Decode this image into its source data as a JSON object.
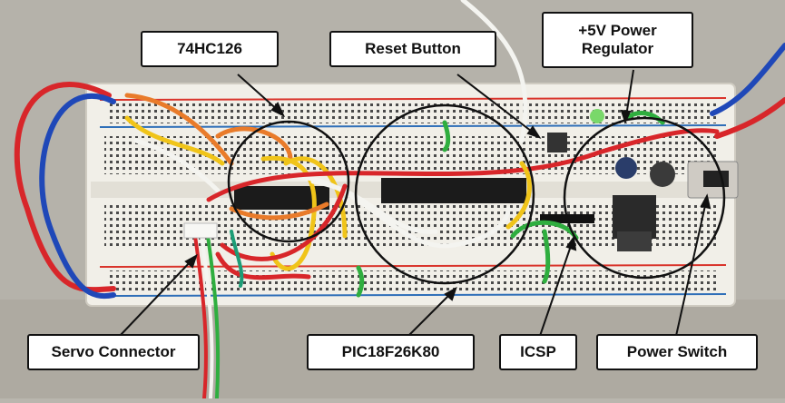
{
  "labels": {
    "ic_74hc126": "74HC126",
    "reset_button": "Reset Button",
    "power_regulator": "+5V Power\nRegulator",
    "servo_connector": "Servo Connector",
    "pic_mcu": "PIC18F26K80",
    "icsp": "ICSP",
    "power_switch": "Power Switch"
  },
  "colors": {
    "breadboard": "#f1efe8",
    "rail_red": "#d9342b",
    "rail_blue": "#2f6fb8",
    "wire_red": "#d8262a",
    "wire_blue": "#1f48b8",
    "wire_yellow": "#f0c419",
    "wire_orange": "#e97b2a",
    "wire_white": "#f4f4f0",
    "wire_green": "#2fae3f",
    "chip": "#1b1b1b"
  }
}
